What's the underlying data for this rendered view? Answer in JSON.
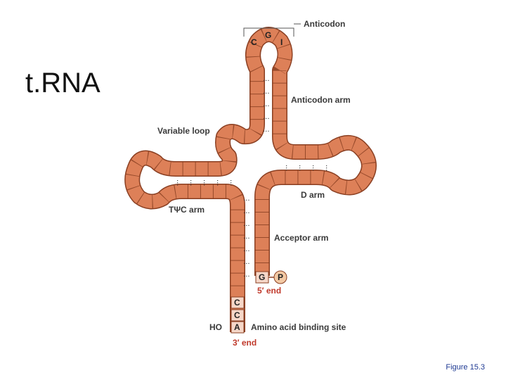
{
  "title": "t.RNA",
  "figure_label": "Figure 15.3",
  "colors": {
    "strand": "#dd8058",
    "strand_dark": "#8a3f22",
    "text": "#3a3a3a",
    "red": "#c0392b",
    "figure_label": "#1f3a93"
  },
  "labels": {
    "anticodon": "Anticodon",
    "anticodon_arm": "Anticodon arm",
    "variable_loop": "Variable loop",
    "d_arm": "D arm",
    "tpsic_arm": "TΨC arm",
    "acceptor_arm": "Acceptor arm",
    "five_end": "5′ end",
    "three_end": "3′ end",
    "amino_site": "Amino acid binding site",
    "ho": "HO"
  },
  "bases": {
    "anticodon": [
      "C",
      "G",
      "I"
    ],
    "terminal": [
      "C",
      "C",
      "A"
    ],
    "five_prime": "G",
    "phosphate": "P"
  }
}
